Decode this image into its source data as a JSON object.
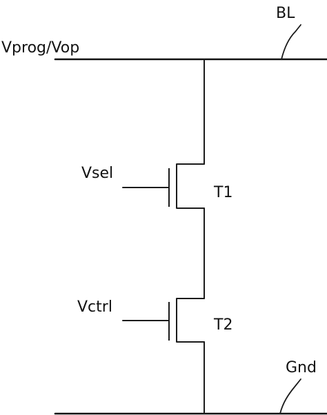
{
  "labels": {
    "vprog": "Vprog/Vop",
    "bl": "BL",
    "vsel": "Vsel",
    "t1": "T1",
    "vctrl": "Vctrl",
    "t2": "T2",
    "gnd": "Gnd"
  },
  "colors": {
    "ink": "#111111",
    "background": "#ffffff"
  }
}
